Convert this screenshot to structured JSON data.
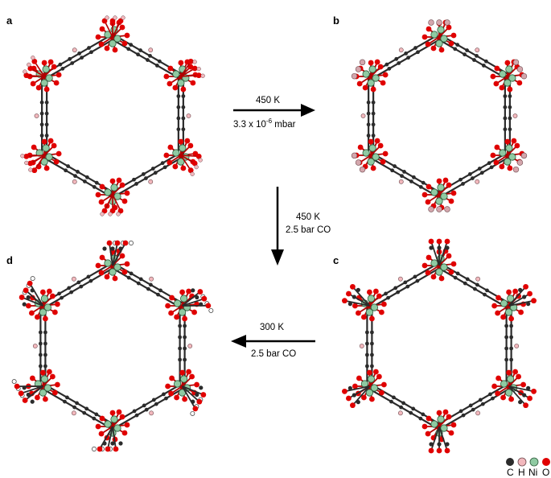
{
  "panels": {
    "a": "a",
    "b": "b",
    "c": "c",
    "d": "d"
  },
  "conditions": {
    "a_to_b": {
      "line1": "450 K",
      "line2_prefix": "3.3 x 10",
      "line2_exp": "-6",
      "line2_suffix": " mbar"
    },
    "b_to_c": {
      "line1": "450 K",
      "line2": "2.5 bar CO"
    },
    "c_to_d": {
      "line1": "300 K",
      "line2": "2.5 bar CO"
    }
  },
  "legend": {
    "atoms": [
      {
        "symbol": "C",
        "color": "#2b2b2b"
      },
      {
        "symbol": "H",
        "color": "#f2b8bd"
      },
      {
        "symbol": "Ni",
        "color": "#8fcaa2"
      },
      {
        "symbol": "O",
        "color": "#e00000"
      }
    ]
  },
  "colors": {
    "carbon": "#2b2b2b",
    "hydrogen": "#f2b8bd",
    "nickel": "#8fcaa2",
    "oxygen": "#e00000"
  }
}
